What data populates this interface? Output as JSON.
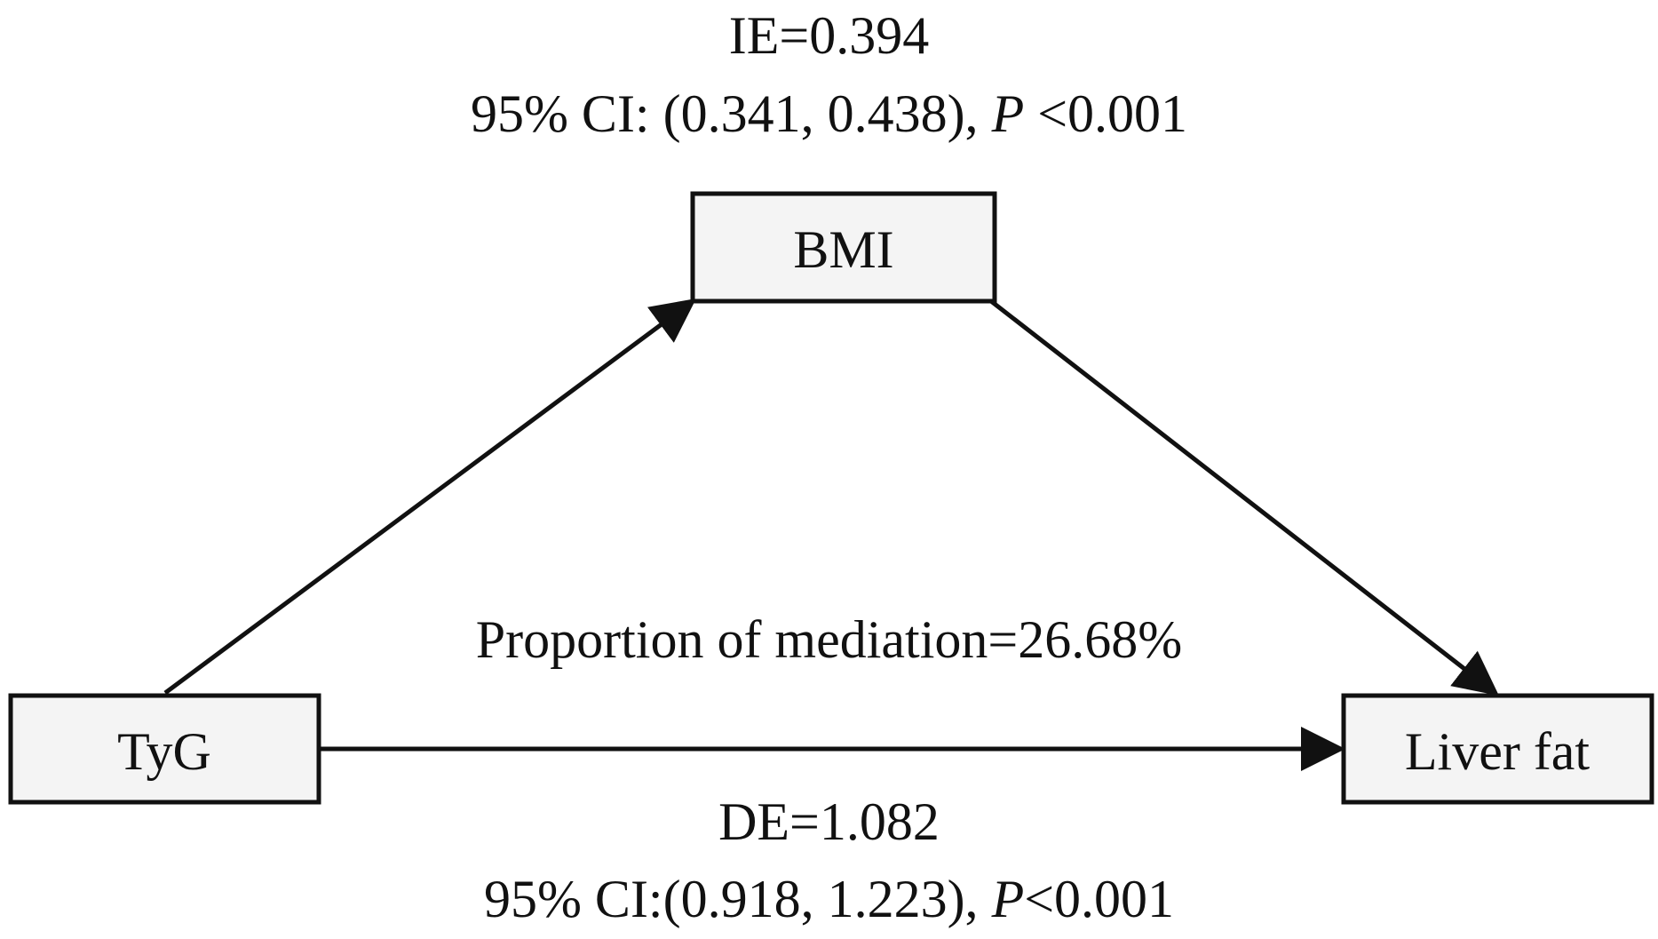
{
  "nodes": {
    "mediator": "BMI",
    "exposure": "TyG",
    "outcome": "Liver fat"
  },
  "indirect_effect": {
    "label": "IE=0.394",
    "ci_prefix": "95% CI: (0.341, 0.438), ",
    "p_symbol": "P",
    "p_value": " <0.001"
  },
  "mediation": {
    "label": "Proportion of mediation=26.68%"
  },
  "direct_effect": {
    "label": "DE=1.082",
    "ci_prefix": "95% CI:(0.918, 1.223), ",
    "p_symbol": "P",
    "p_value": "<0.001"
  },
  "colors": {
    "box_fill": "#f4f4f4",
    "stroke": "#111111"
  }
}
